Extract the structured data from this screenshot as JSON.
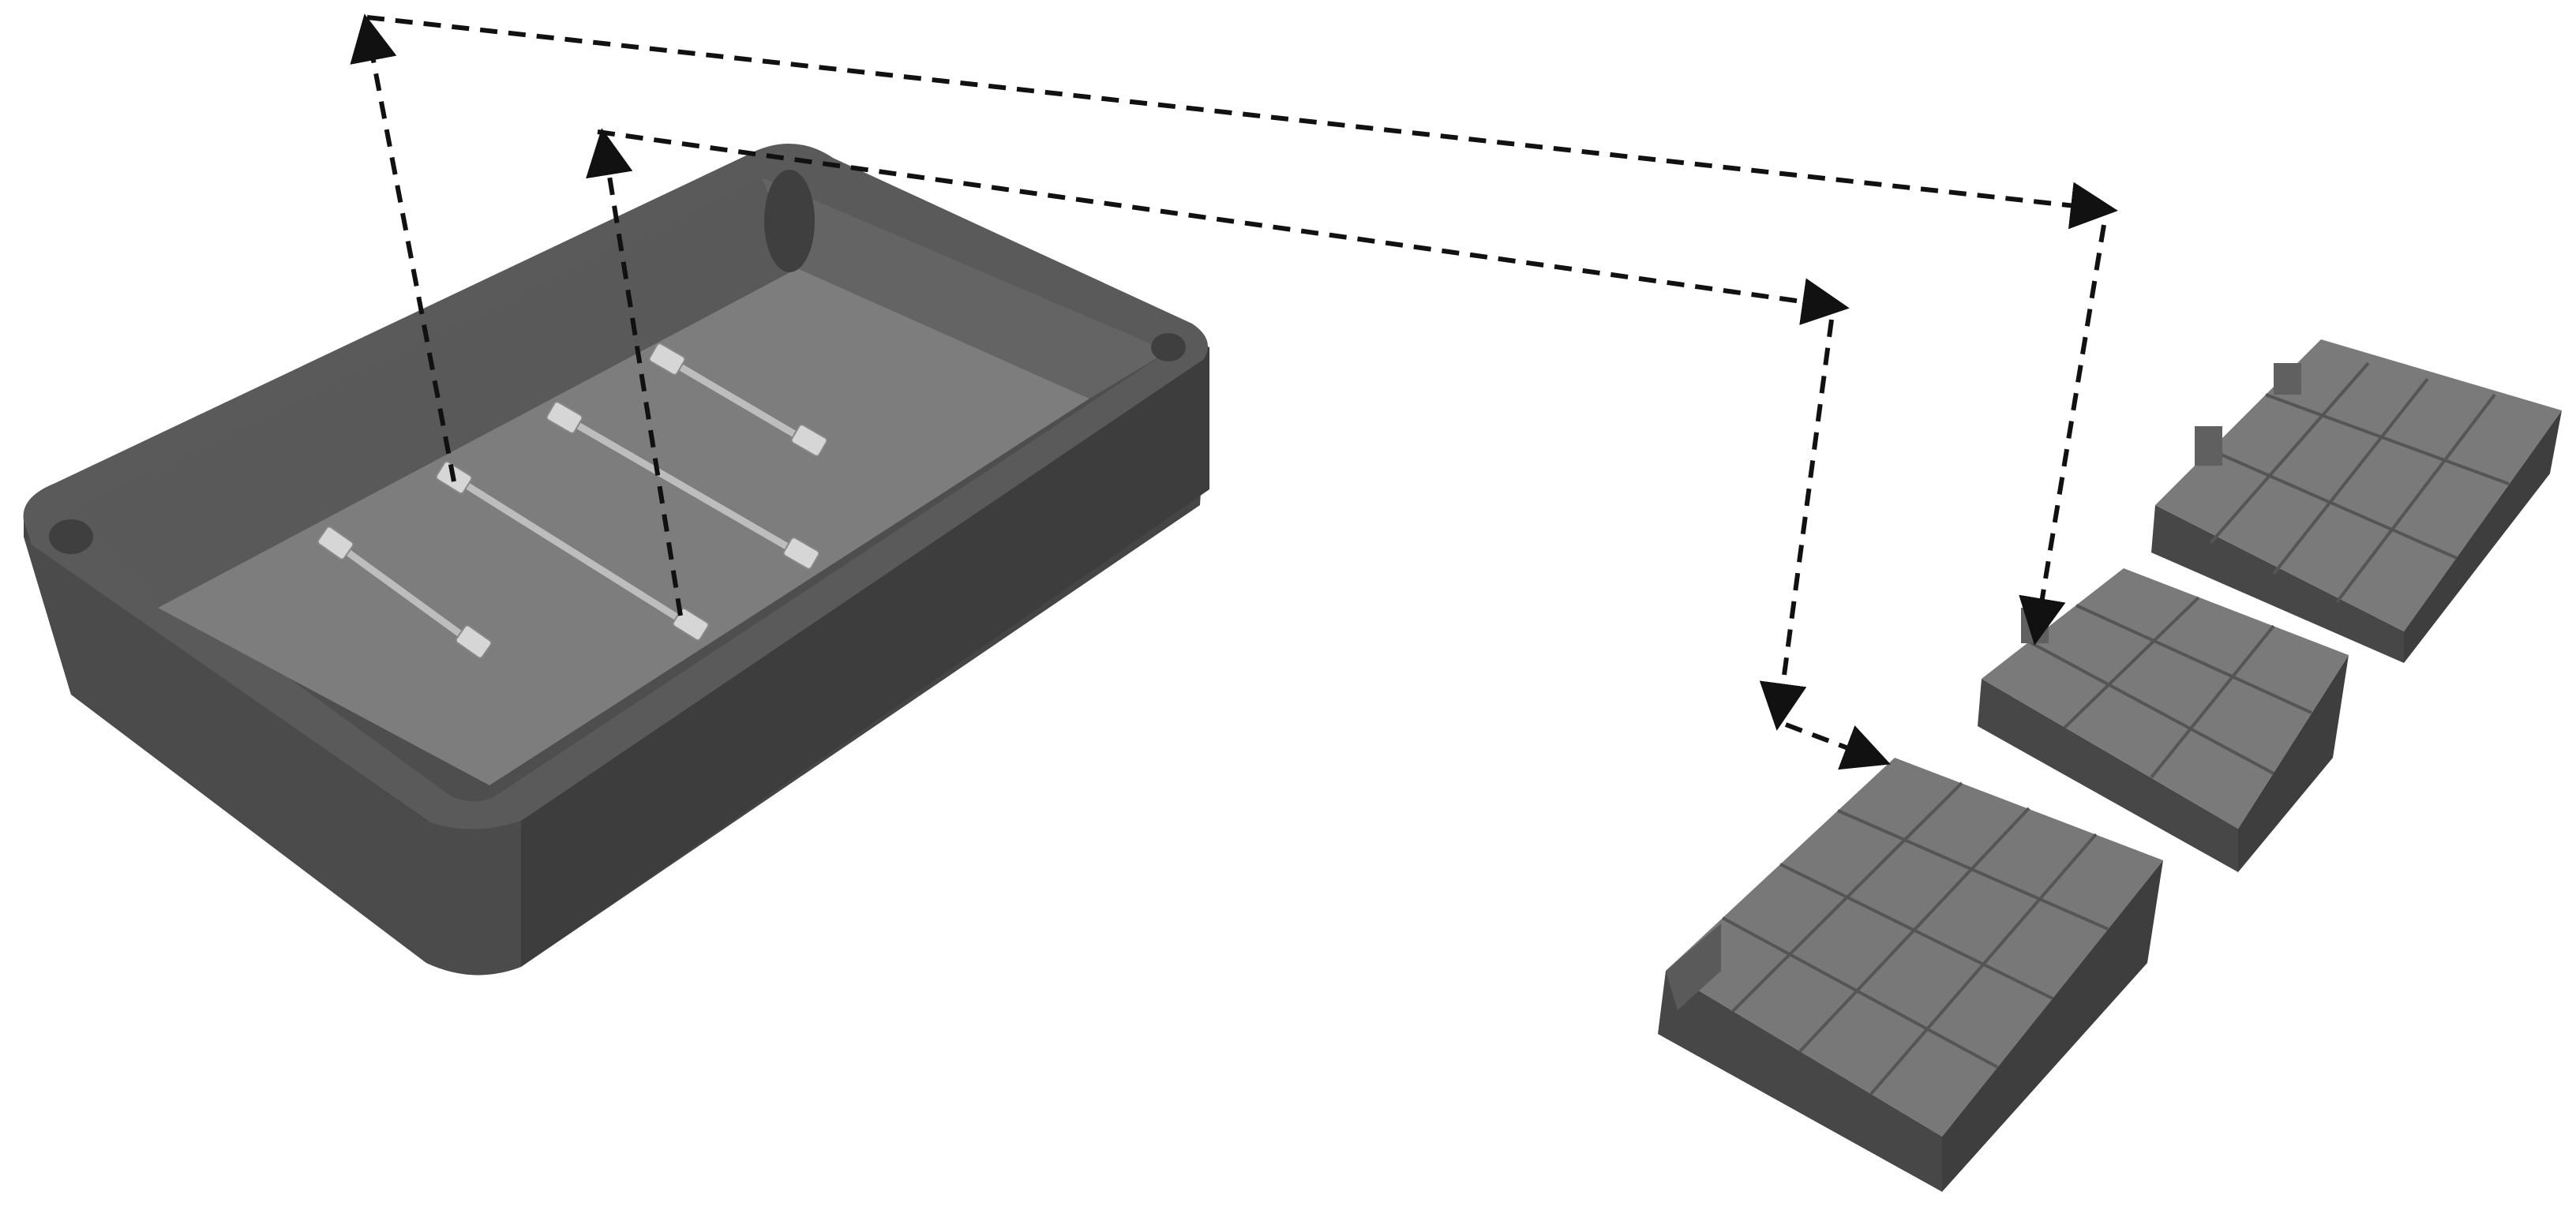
{
  "figure": {
    "components": [
      "storage-tray",
      "connector-cable",
      "battery-module"
    ],
    "connector_cable_count": 4,
    "battery_module_count": 3,
    "cell_grids": [
      {
        "module": "front",
        "rows": 3,
        "cols": 4
      },
      {
        "module": "middle",
        "rows": 3,
        "cols": 3
      },
      {
        "module": "back",
        "rows": 3,
        "cols": 4
      }
    ],
    "arrow_style": "dashed",
    "arrow_count": 2
  },
  "colors": {
    "background": "#ffffff",
    "tray_dark": "#4a4a4a",
    "tray_top": "#5e5e5e",
    "tray_floor": "#7c7c7c",
    "tray_side": "#3f3f3f",
    "module_top": "#7a7a7a",
    "module_side": "#505050",
    "module_front": "#454545",
    "cable": "#c9c9c9",
    "arrow": "#111111"
  }
}
